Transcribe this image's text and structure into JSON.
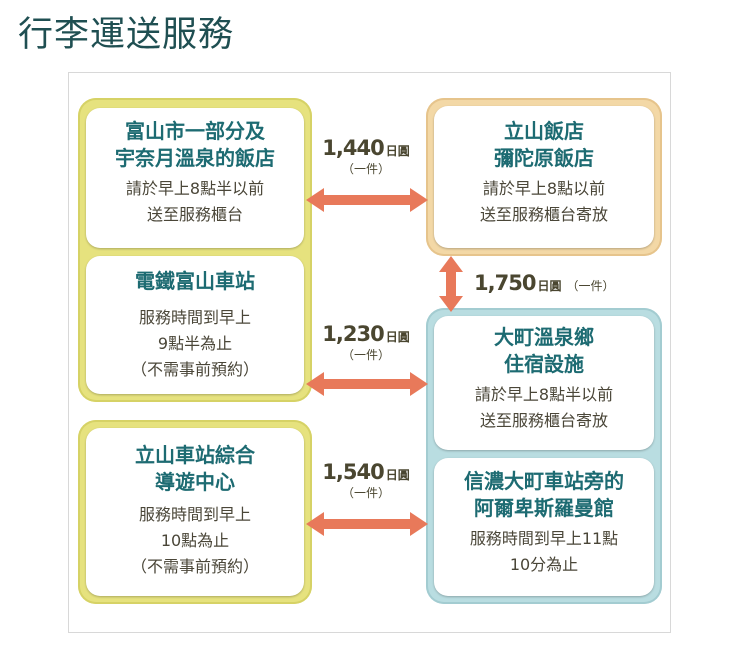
{
  "title": "行李運送服務",
  "locations": [
    {
      "name": [
        "富山市一部分及",
        "宇奈月溫泉的飯店"
      ],
      "note": [
        "請於早上8點半以前",
        "送至服務櫃台"
      ]
    },
    {
      "name": [
        "電鐵富山車站"
      ],
      "note": [
        "服務時間到早上",
        "9點半為止",
        "（不需事前預約）"
      ]
    },
    {
      "name": [
        "立山車站綜合",
        "導遊中心"
      ],
      "note": [
        "服務時間到早上",
        "10點為止",
        "（不需事前預約）"
      ]
    },
    {
      "name": [
        "立山飯店",
        "彌陀原飯店"
      ],
      "note": [
        "請於早上8點以前",
        "送至服務櫃台寄放"
      ]
    },
    {
      "name": [
        "大町溫泉鄉",
        "住宿設施"
      ],
      "note": [
        "請於早上8點半以前",
        "送至服務櫃台寄放"
      ]
    },
    {
      "name": [
        "信濃大町車站旁的",
        "阿爾卑斯羅曼館"
      ],
      "note": [
        "服務時間到早上11點",
        "10分為止"
      ]
    }
  ],
  "prices": [
    {
      "amount": "1,440",
      "unit": "日圓",
      "per": "（一件）"
    },
    {
      "amount": "1,230",
      "unit": "日圓",
      "per": "（一件）"
    },
    {
      "amount": "1,540",
      "unit": "日圓",
      "per": "（一件）"
    },
    {
      "amount": "1,750",
      "unit": "日圓",
      "per": "（一件）"
    }
  ],
  "colors": {
    "arrow": "#e8795a",
    "title": "#1d6b72"
  }
}
